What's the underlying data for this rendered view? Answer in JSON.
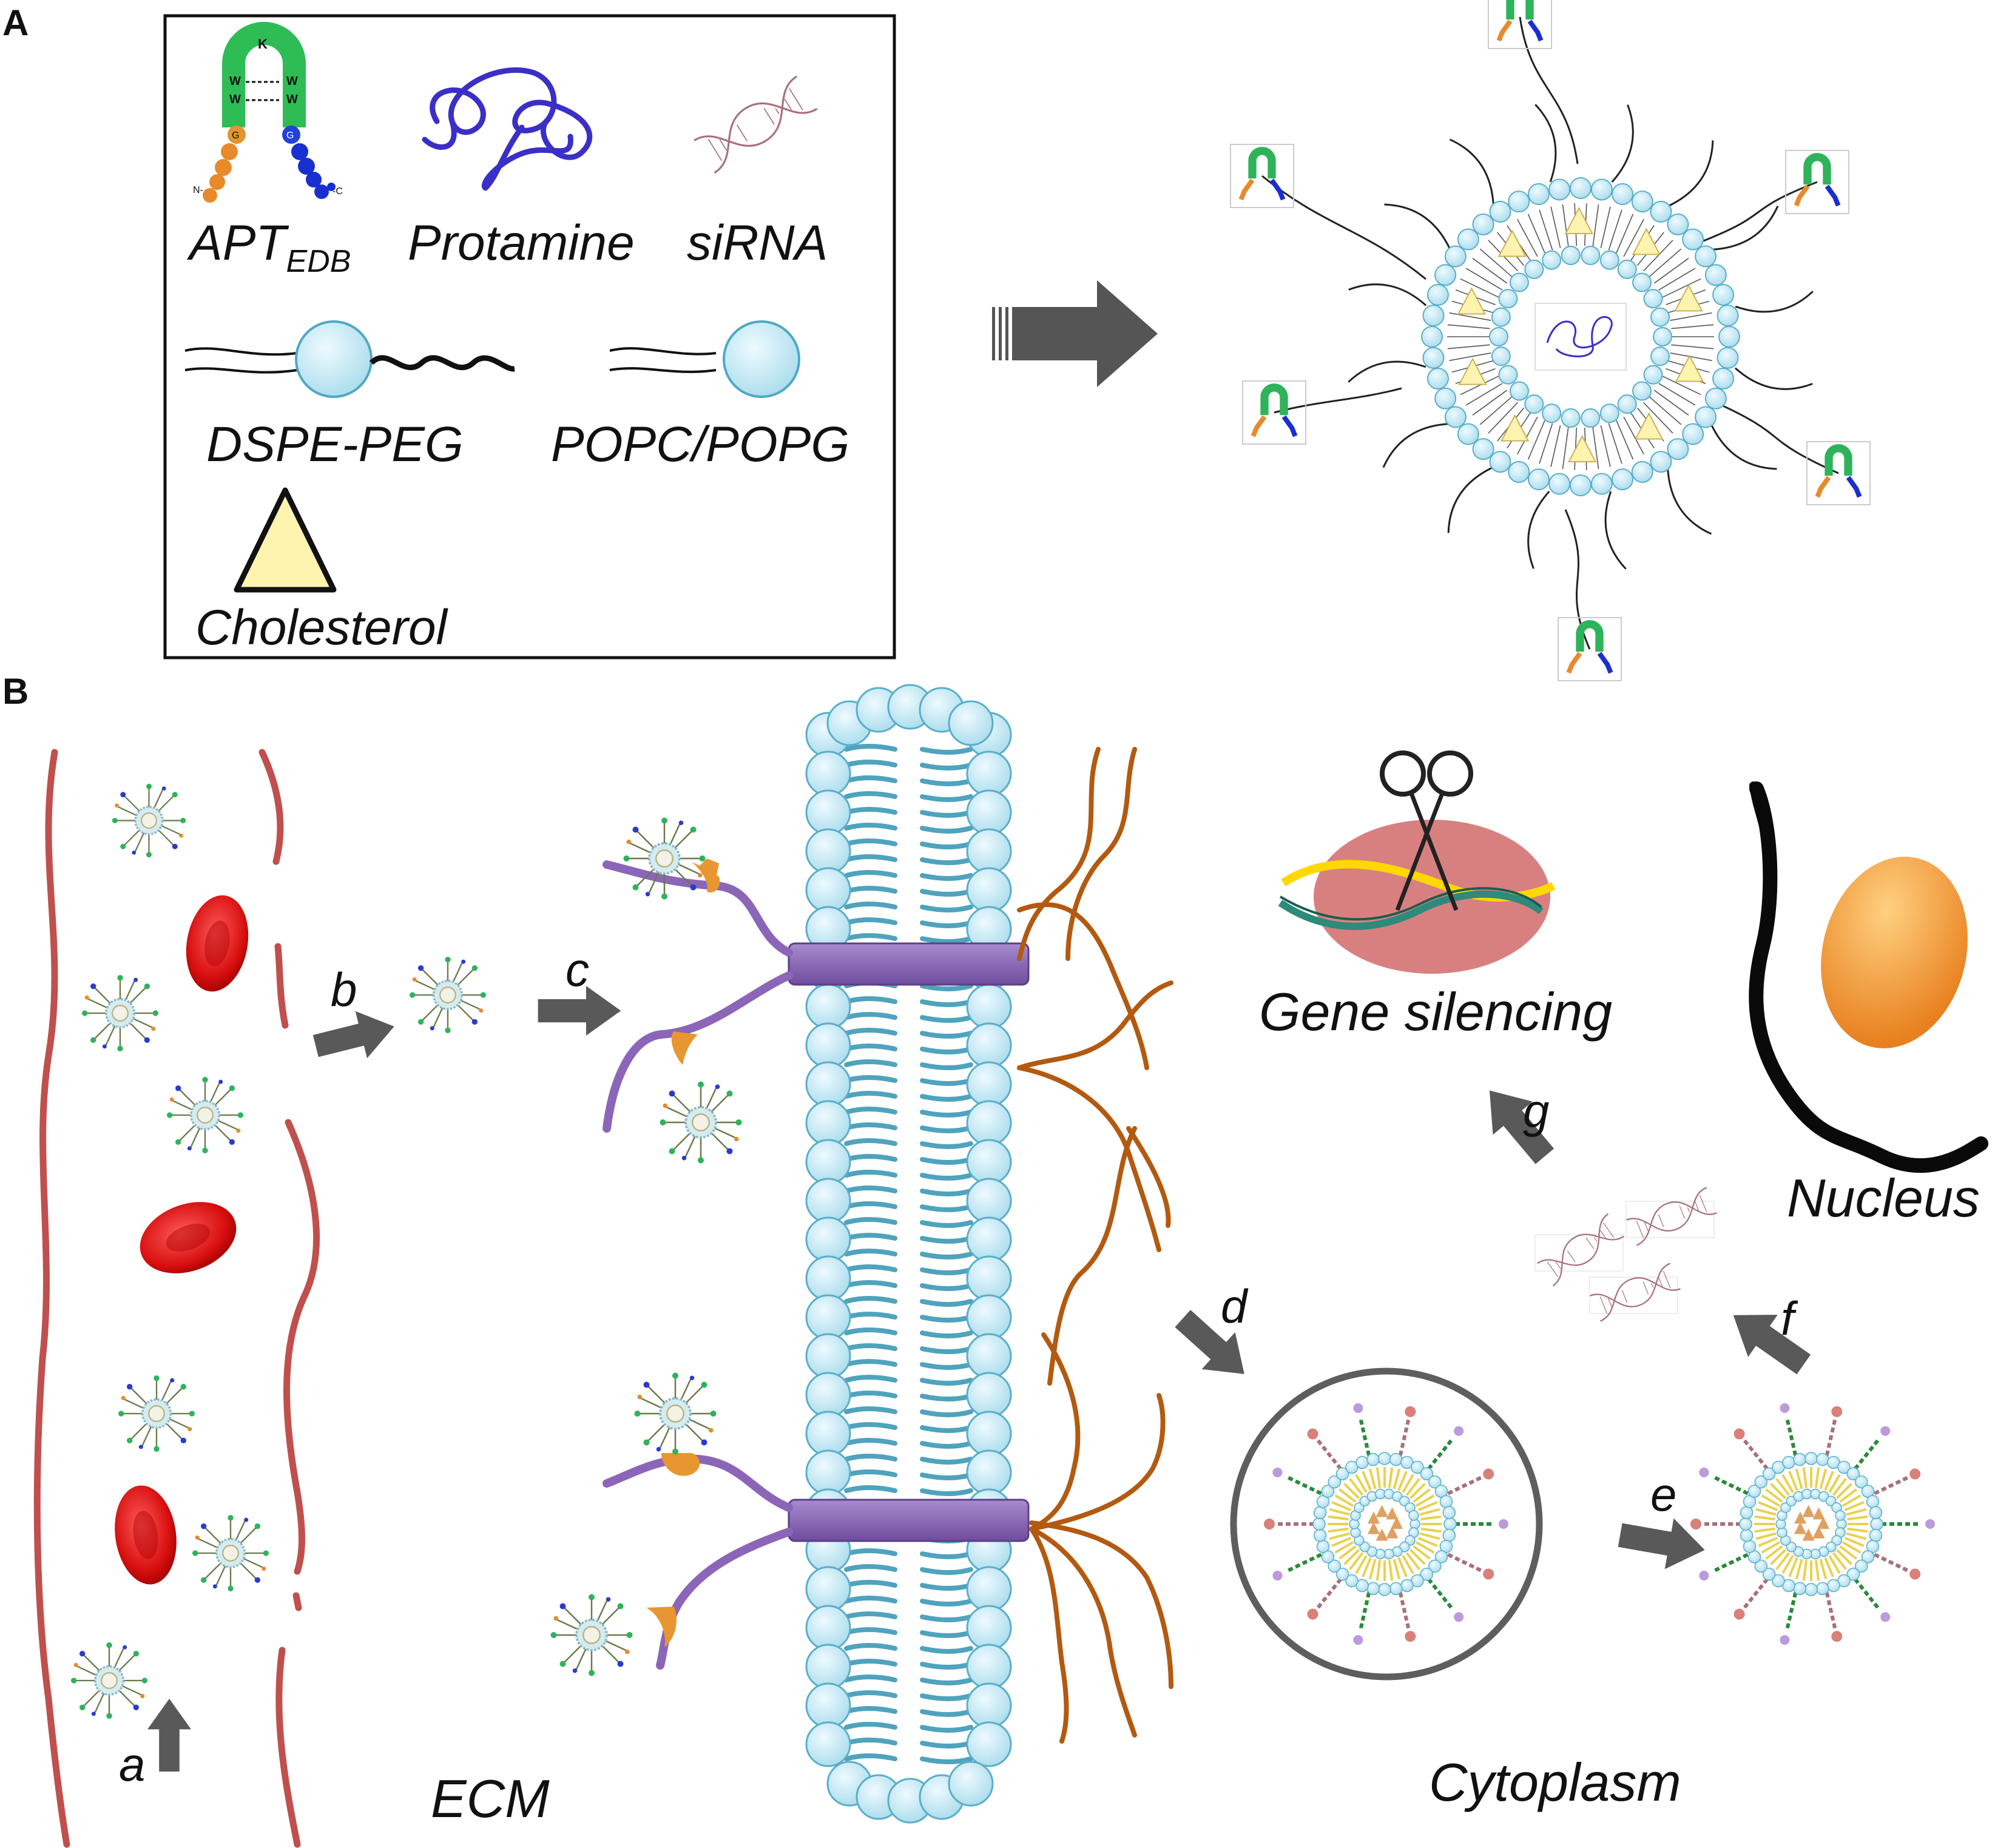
{
  "panels": {
    "a": "A",
    "b": "B"
  },
  "legend": {
    "apt_main": "APT",
    "apt_sub": "EDB",
    "protamine": "Protamine",
    "sirna": "siRNA",
    "dspe_peg": "DSPE-PEG",
    "popc": "POPC/POPG",
    "cholesterol": "Cholesterol",
    "hairpin_k": "K",
    "hairpin_w": "W",
    "hairpin_g": "G",
    "hairpin_n": "N-",
    "hairpin_c": "-C"
  },
  "labels": {
    "gene_silencing": "Gene silencing",
    "nucleus": "Nucleus",
    "ecm": "ECM",
    "cytoplasm": "Cytoplasm"
  },
  "steps": {
    "a": "a",
    "b": "b",
    "c": "c",
    "d": "d",
    "e": "e",
    "f": "f",
    "g": "g"
  },
  "colors": {
    "lipid": "#bfe6f2",
    "lipid_stroke": "#5aaecb",
    "tail": "#4fa3bd",
    "peptide": "#2eb35a",
    "orange": "#e88a2a",
    "blue": "#1a2fd0",
    "protamine": "#3a2fc7",
    "rna": "#a8707a",
    "vessel": "#c0504d",
    "rbc": "#e01818",
    "receptor": "#8b66b8",
    "ecm_fiber": "#b35a10",
    "arrow": "#555555",
    "cholesterol": "#fff3b0",
    "nucleus": "#f39a2e",
    "silencing": "#d98080"
  }
}
